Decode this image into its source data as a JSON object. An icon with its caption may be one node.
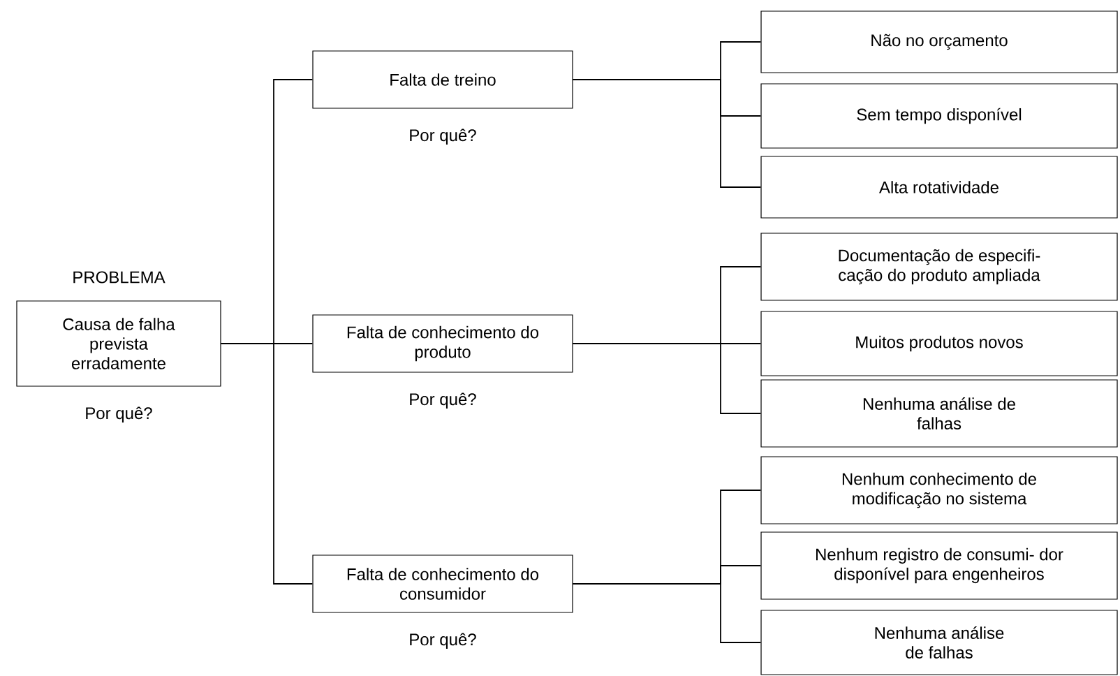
{
  "diagram": {
    "nodes": [
      {
        "text": [
          "PROBLEMA",
          "Causa de falha prevista erradamente"
        ],
        "beside": [
          "Por quê?"
        ]
      },
      {
        "text": [
          "Falta de treino"
        ],
        "beside": [
          "Por quê?"
        ]
      },
      {
        "text": [
          "Falta de conhecimento do produto"
        ],
        "beside": [
          "Por quê?"
        ]
      },
      {
        "text": [
          "Falta de conhecimento do consumidor"
        ],
        "beside": [
          "Por quê?"
        ]
      },
      {
        "text": [
          "Não no orçamento"
        ]
      },
      {
        "text": [
          "Sem tempo disponível"
        ]
      },
      {
        "text": [
          "Alta rotatividade"
        ]
      },
      {
        "text": [
          "Documentação de especifi- cação do produto ampliada"
        ]
      },
      {
        "text": [
          "Muitos produtos novos"
        ]
      },
      {
        "text": [
          "Nenhuma análise de falhas"
        ]
      },
      {
        "text": [
          "Nenhum conhecimento de modificação no sistema"
        ]
      },
      {
        "text": [
          "Nenhum registro de consumi- dor disponível para engenheiros"
        ]
      },
      {
        "text": [
          "Nenhuma análise de falhas"
        ]
      }
    ],
    "edges": [
      {
        "from": 0,
        "to": 1,
        "arrow": "none"
      },
      {
        "from": 0,
        "to": 2,
        "arrow": "none"
      },
      {
        "from": 0,
        "to": 3,
        "arrow": "none"
      },
      {
        "from": 1,
        "to": 4,
        "arrow": "none"
      },
      {
        "from": 1,
        "to": 5,
        "arrow": "none"
      },
      {
        "from": 1,
        "to": 6,
        "arrow": "none"
      },
      {
        "from": 2,
        "to": 7,
        "arrow": "none"
      },
      {
        "from": 2,
        "to": 8,
        "arrow": "none"
      },
      {
        "from": 2,
        "to": 9,
        "arrow": "none"
      },
      {
        "from": 3,
        "to": 10,
        "arrow": "none"
      },
      {
        "from": 3,
        "to": 11,
        "arrow": "none"
      },
      {
        "from": 3,
        "to": 12,
        "arrow": "none"
      }
    ]
  }
}
